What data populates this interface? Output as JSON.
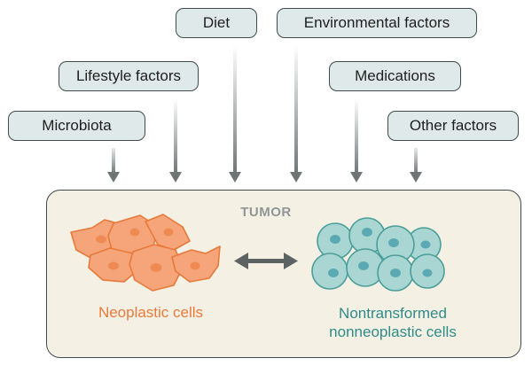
{
  "factors": {
    "diet": "Diet",
    "environmental": "Environmental factors",
    "lifestyle": "Lifestyle factors",
    "medications": "Medications",
    "microbiota": "Microbiota",
    "other": "Other factors"
  },
  "tumor": {
    "title": "TUMOR",
    "neoplastic_label": "Neoplastic cells",
    "nontransformed_label_line1": "Nontransformed",
    "nontransformed_label_line2": "nonneoplastic cells"
  },
  "colors": {
    "factor_box_fill": "#dfe9e9",
    "tumor_box_fill": "#f4f1e4",
    "neoplastic": "#ea7a3c",
    "neoplastic_cell_fill": "#f6a57a",
    "nontransformed": "#2f8a88",
    "nontransformed_cell_fill": "#a9d6d2",
    "arrow": "#7a7f80"
  }
}
